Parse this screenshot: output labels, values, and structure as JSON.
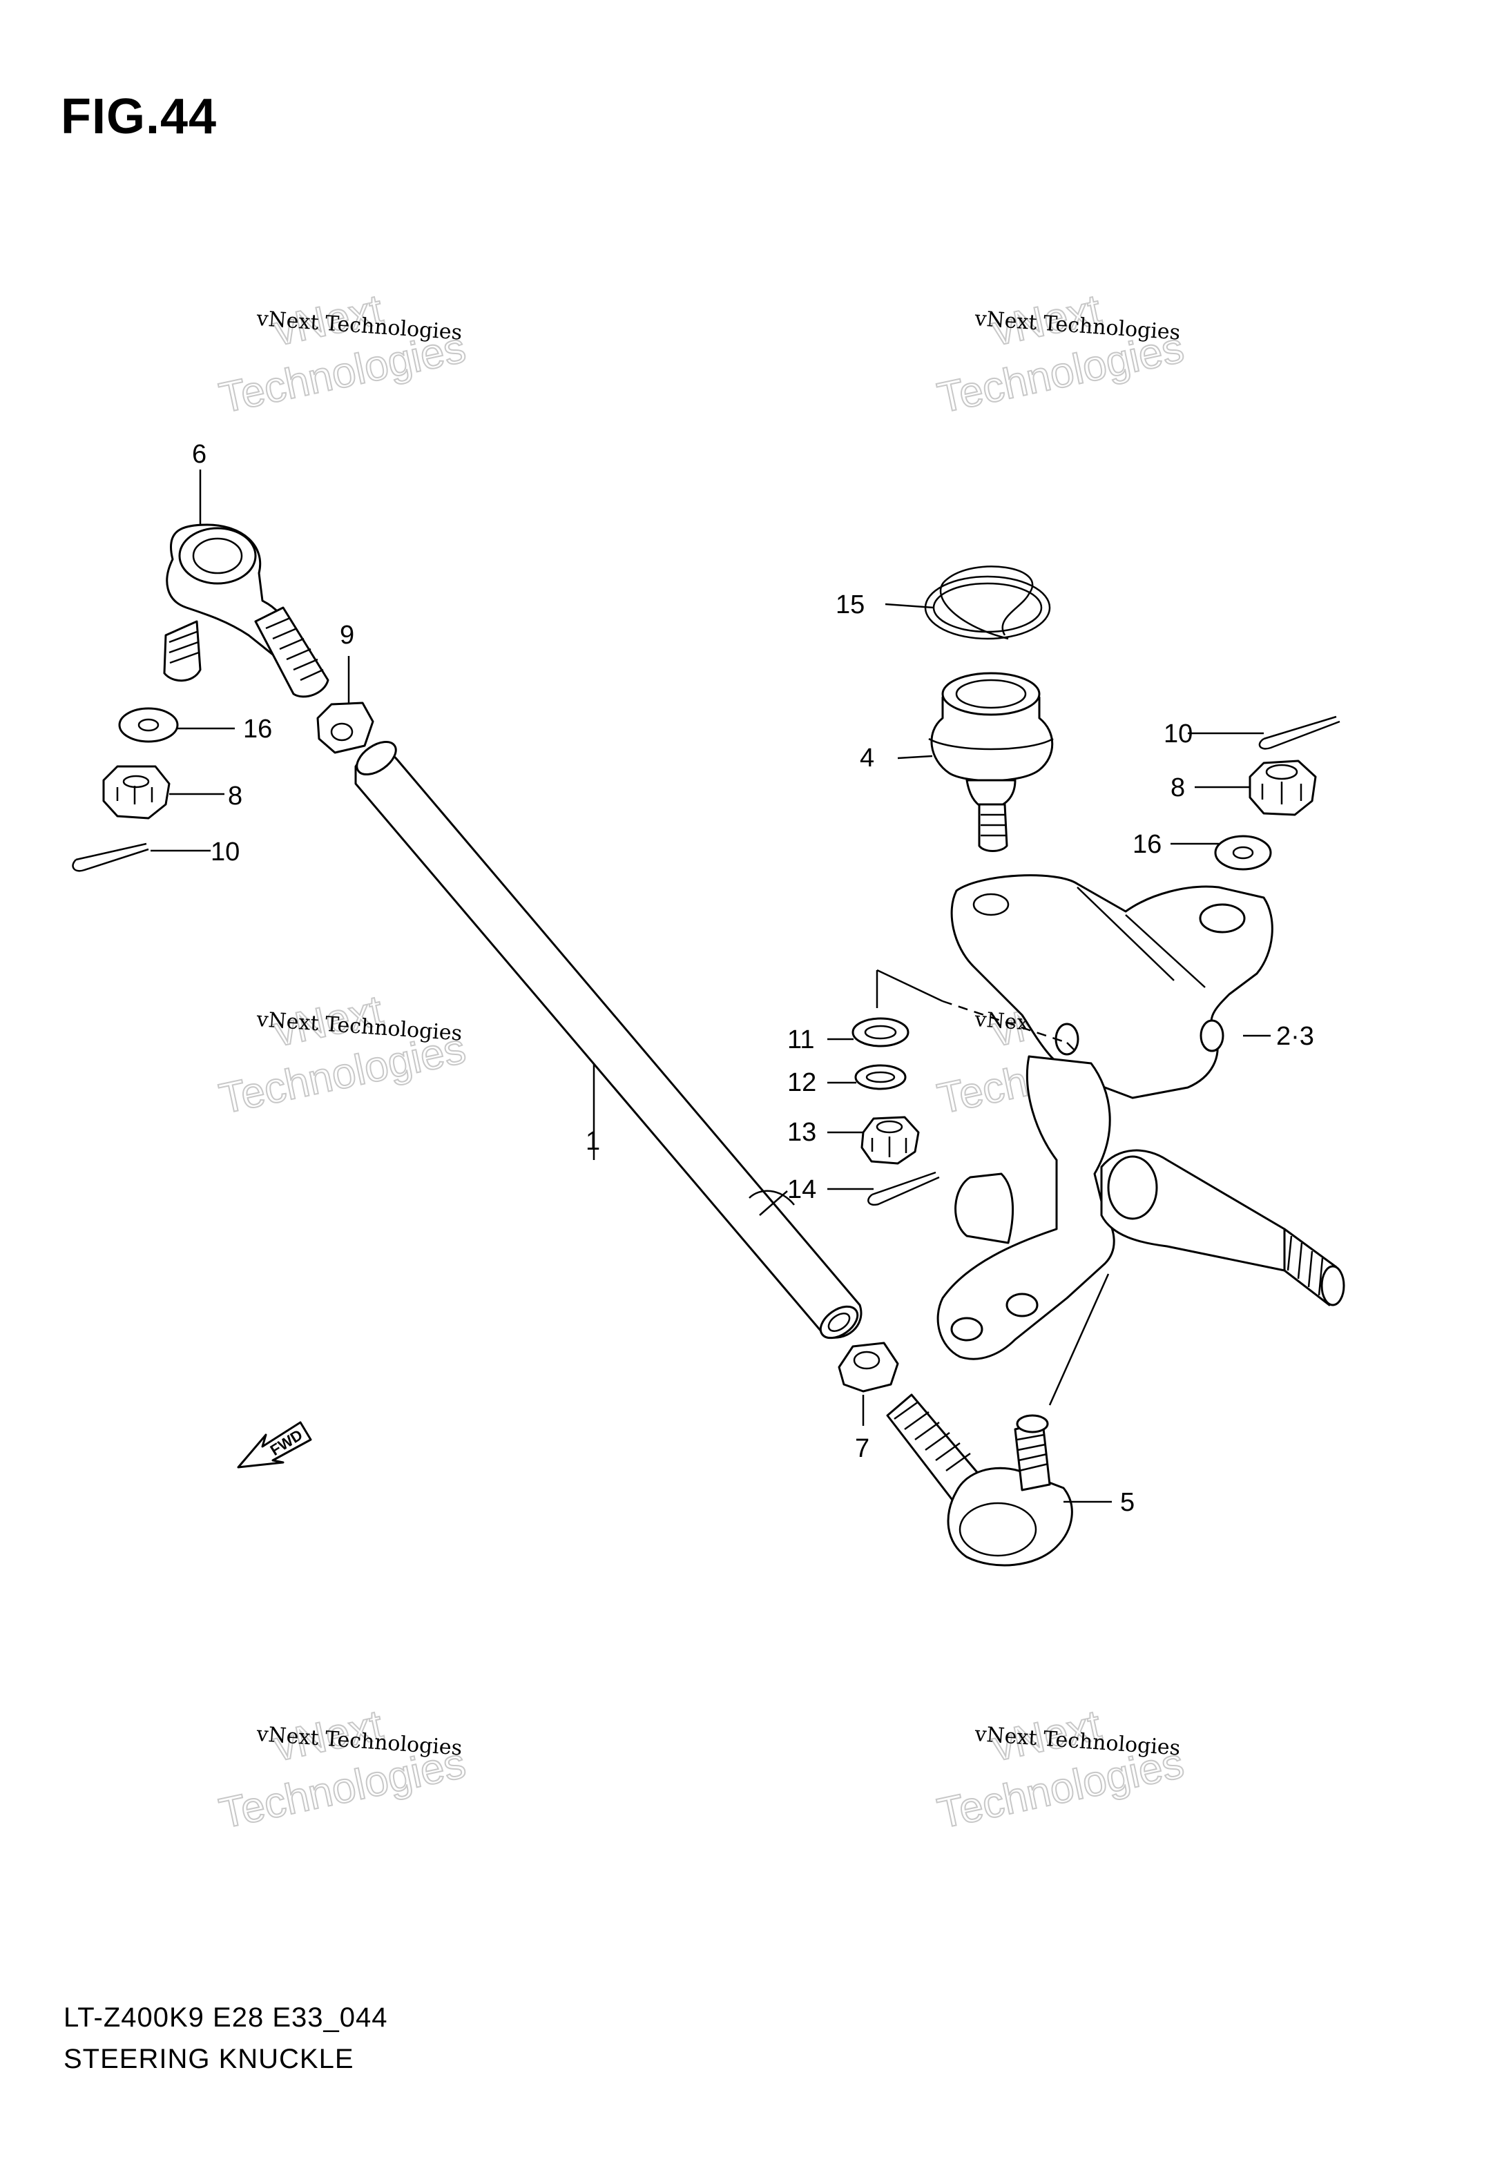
{
  "figure": {
    "title": "FIG.44",
    "model_code": "LT-Z400K9 E28 E33_044",
    "name": "STEERING KNUCKLE"
  },
  "watermark": {
    "line1": "vNext Technologies",
    "line2a": "vNext",
    "line2b": "Technologies"
  },
  "callouts": {
    "c1": "1",
    "c2_3": "2·3",
    "c4": "4",
    "c5": "5",
    "c6": "6",
    "c7": "7",
    "c8_left": "8",
    "c8_right": "8",
    "c9": "9",
    "c10_left": "10",
    "c10_right": "10",
    "c11": "11",
    "c12": "12",
    "c13": "13",
    "c14": "14",
    "c15": "15",
    "c16_left": "16",
    "c16_right": "16"
  },
  "fwd_arrow_label": "FWD",
  "colors": {
    "line": "#000000",
    "watermark_outline": "#c8c8c8",
    "background": "#ffffff"
  }
}
